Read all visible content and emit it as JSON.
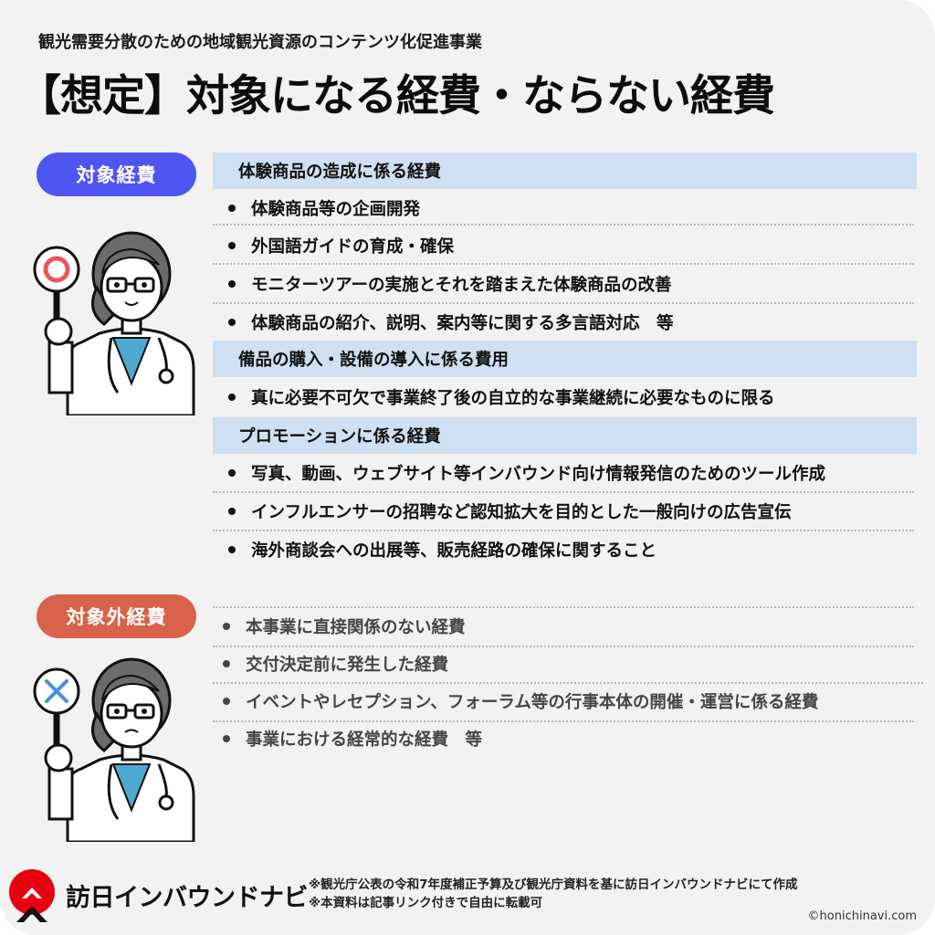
{
  "header": {
    "subtitle": "観光需要分散のための地域観光資源のコンテンツ化促進事業",
    "title": "【想定】対象になる経費・ならない経費"
  },
  "colors": {
    "card_bg": "#f2f2f2",
    "eligible_badge": "#4f55f0",
    "ineligible_badge": "#d9624a",
    "section_head_bg": "#cfe0f2",
    "maru_mark": "#e8585a",
    "batsu_mark": "#4a90d9",
    "logo_red": "#e60012"
  },
  "eligible": {
    "badge": "対象経費",
    "illustration": "doctor-with-maru-sign",
    "sections": [
      {
        "heading": "体験商品の造成に係る経費",
        "items": [
          "体験商品等の企画開発",
          "外国語ガイドの育成・確保",
          "モニターツアーの実施とそれを踏まえた体験商品の改善",
          "体験商品の紹介、説明、案内等に関する多言語対応　等"
        ]
      },
      {
        "heading": "備品の購入・設備の導入に係る費用",
        "items": [
          "真に必要不可欠で事業終了後の自立的な事業継続に必要なものに限る"
        ]
      },
      {
        "heading": "プロモーションに係る経費",
        "items": [
          "写真、動画、ウェブサイト等インバウンド向け情報発信のためのツール作成",
          "インフルエンサーの招聘など認知拡大を目的とした一般向けの広告宣伝",
          "海外商談会への出展等、販売経路の確保に関すること"
        ]
      }
    ]
  },
  "ineligible": {
    "badge": "対象外経費",
    "illustration": "doctor-with-batsu-sign",
    "items": [
      "本事業に直接関係のない経費",
      "交付決定前に発生した経費",
      "イベントやレセプション、フォーラム等の行事本体の開催・運営に係る経費",
      "事業における経常的な経費　等"
    ]
  },
  "footer": {
    "brand": "訪日インバウンドナビ",
    "notes": [
      "※観光庁公表の令和7年度補正予算及び観光庁資料を基に訪日インバウンドナビにて作成",
      "※本資料は記事リンク付きで自由に転載可"
    ],
    "copyright": "©honichinavi.com"
  }
}
